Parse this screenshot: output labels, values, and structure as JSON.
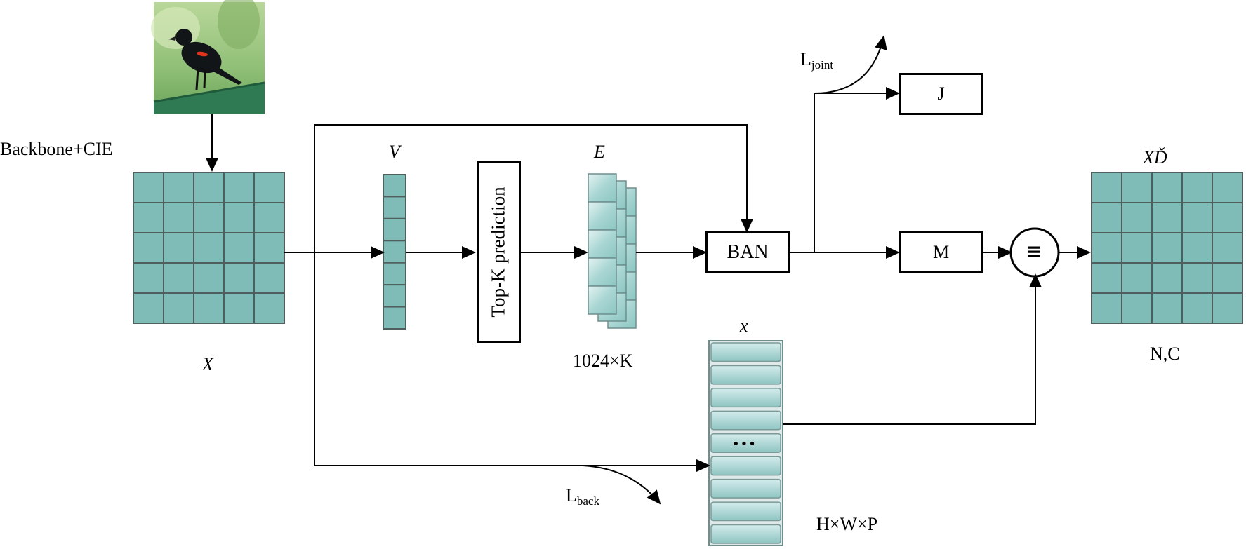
{
  "labels": {
    "backbone": "Backbone+CIE",
    "x_in": "X",
    "v": "V",
    "e": "E",
    "e_dims": "1024×K",
    "x_small": "x",
    "x_small_dims": "H×W×P",
    "out": "XĎ",
    "out_dims": "N,C",
    "l_joint_main": "L",
    "l_joint_sub": "joint",
    "l_back_main": "L",
    "l_back_sub": "back",
    "ellipsis": "•••",
    "equiv": "≡"
  },
  "boxes": {
    "topk": "Top-K prediction",
    "ban": "BAN",
    "j": "J",
    "m": "M"
  },
  "colors": {
    "grid_fill": "#7fbcb8",
    "grid_line": "#4f5f5e",
    "stack_fill": "#9fcfcd",
    "stack_light": "#d9eeee",
    "line": "#000000"
  },
  "image": {
    "subject": "black bird with red wing patch on green rail"
  }
}
